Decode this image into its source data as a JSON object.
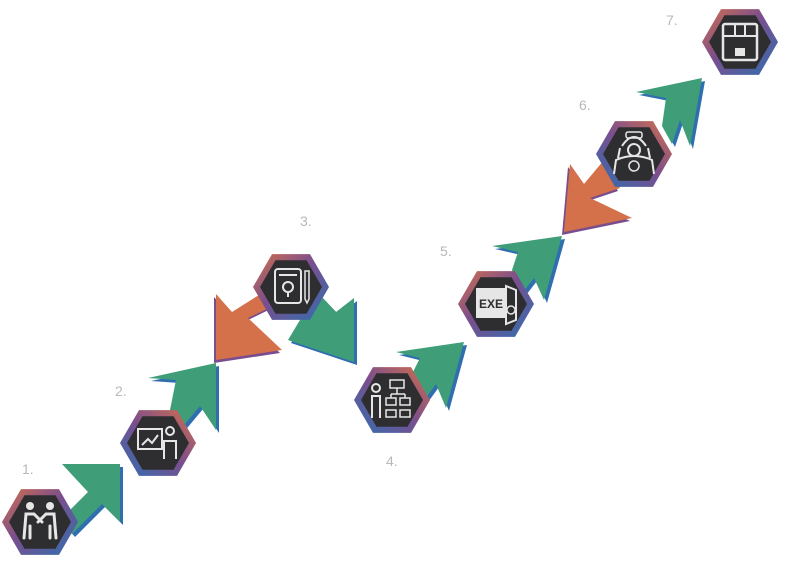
{
  "colors": {
    "background": "#ffffff",
    "hex_fill": "#2e2e30",
    "icon_stroke": "#e6e6e6",
    "arrow_green": "#3f9e78",
    "arrow_orange": "#d4704a",
    "ring_blue": "#2f6fb0",
    "ring_orange": "#d4704a",
    "ring_purple": "#7a4e8e",
    "label_gray": "#b8b8b8"
  },
  "steps": [
    {
      "number": "1.",
      "icon": "handshake-icon"
    },
    {
      "number": "2.",
      "icon": "presentation-icon"
    },
    {
      "number": "3.",
      "icon": "idea-plan-icon"
    },
    {
      "number": "4.",
      "icon": "flowchart-presenter-icon"
    },
    {
      "number": "5.",
      "icon": "exe-file-icon"
    },
    {
      "number": "6.",
      "icon": "support-operator-icon"
    },
    {
      "number": "7.",
      "icon": "package-box-icon"
    }
  ]
}
